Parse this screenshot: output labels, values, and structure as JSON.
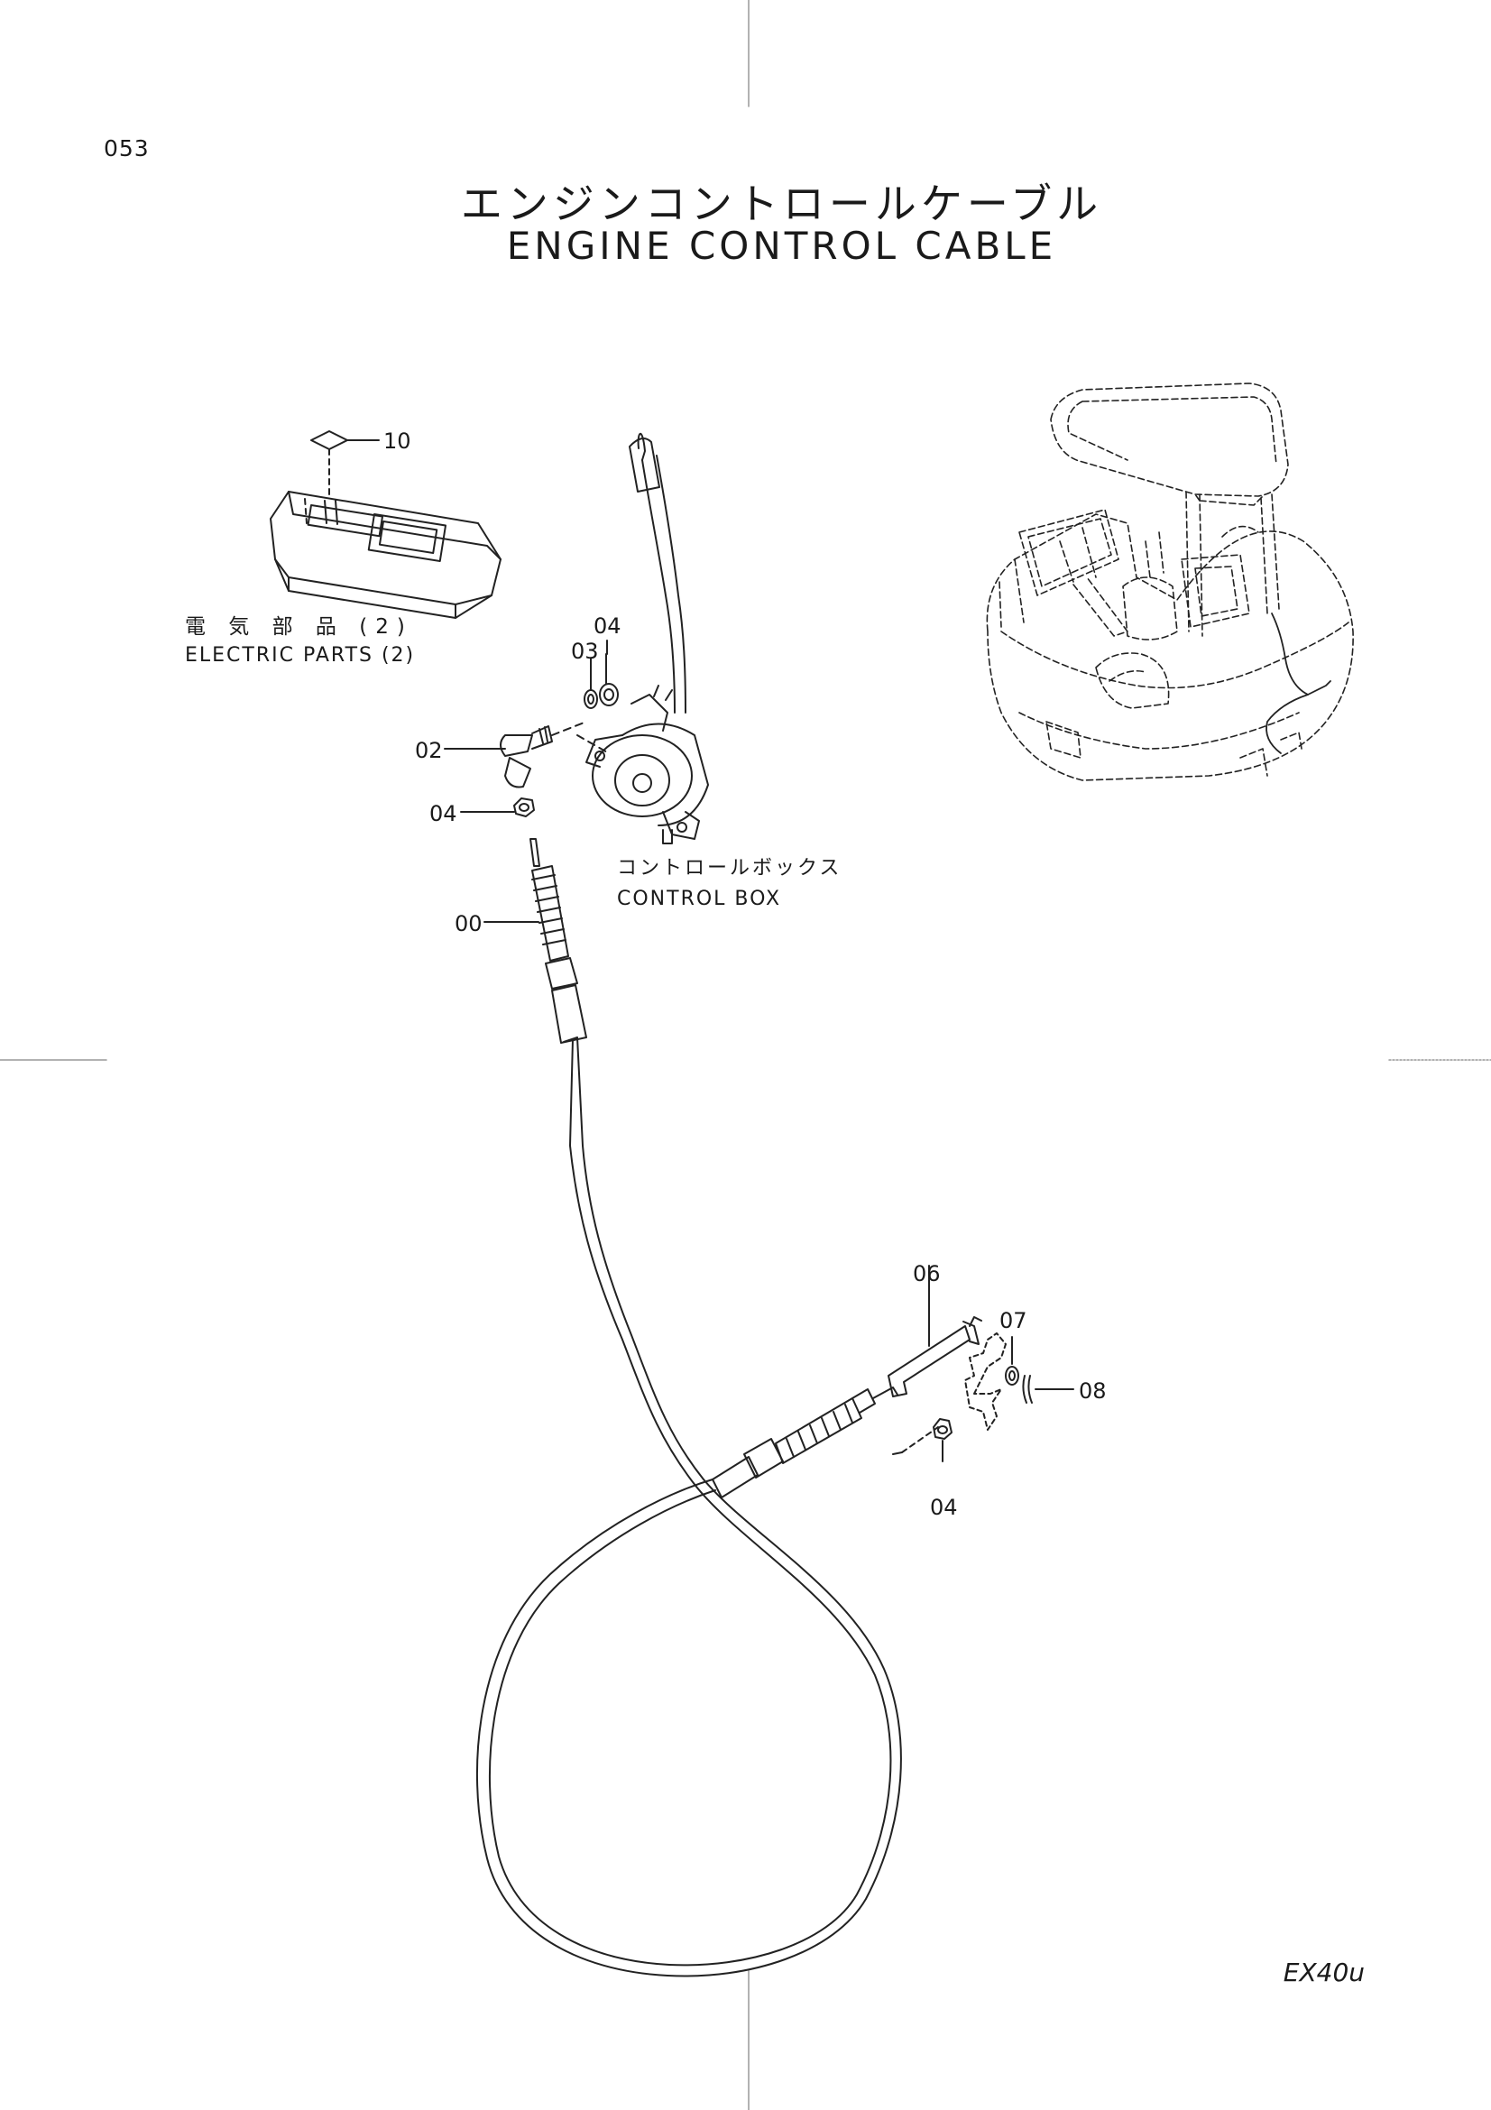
{
  "page": {
    "number": "053",
    "model": "EX40u"
  },
  "title": {
    "japanese": "エンジンコントロールケーブル",
    "english": "ENGINE CONTROL CABLE"
  },
  "labels": {
    "electric_parts_jp": "電 気 部 品 (2)",
    "electric_parts_en": "ELECTRIC PARTS (2)",
    "control_box_jp": "コントロールボックス",
    "control_box_en": "CONTROL BOX"
  },
  "callouts": {
    "c00": "00",
    "c02": "02",
    "c03": "03",
    "c04_top": "04",
    "c04_left": "04",
    "c04_bottom": "04",
    "c06": "06",
    "c07": "07",
    "c08": "08",
    "c10": "10"
  }
}
